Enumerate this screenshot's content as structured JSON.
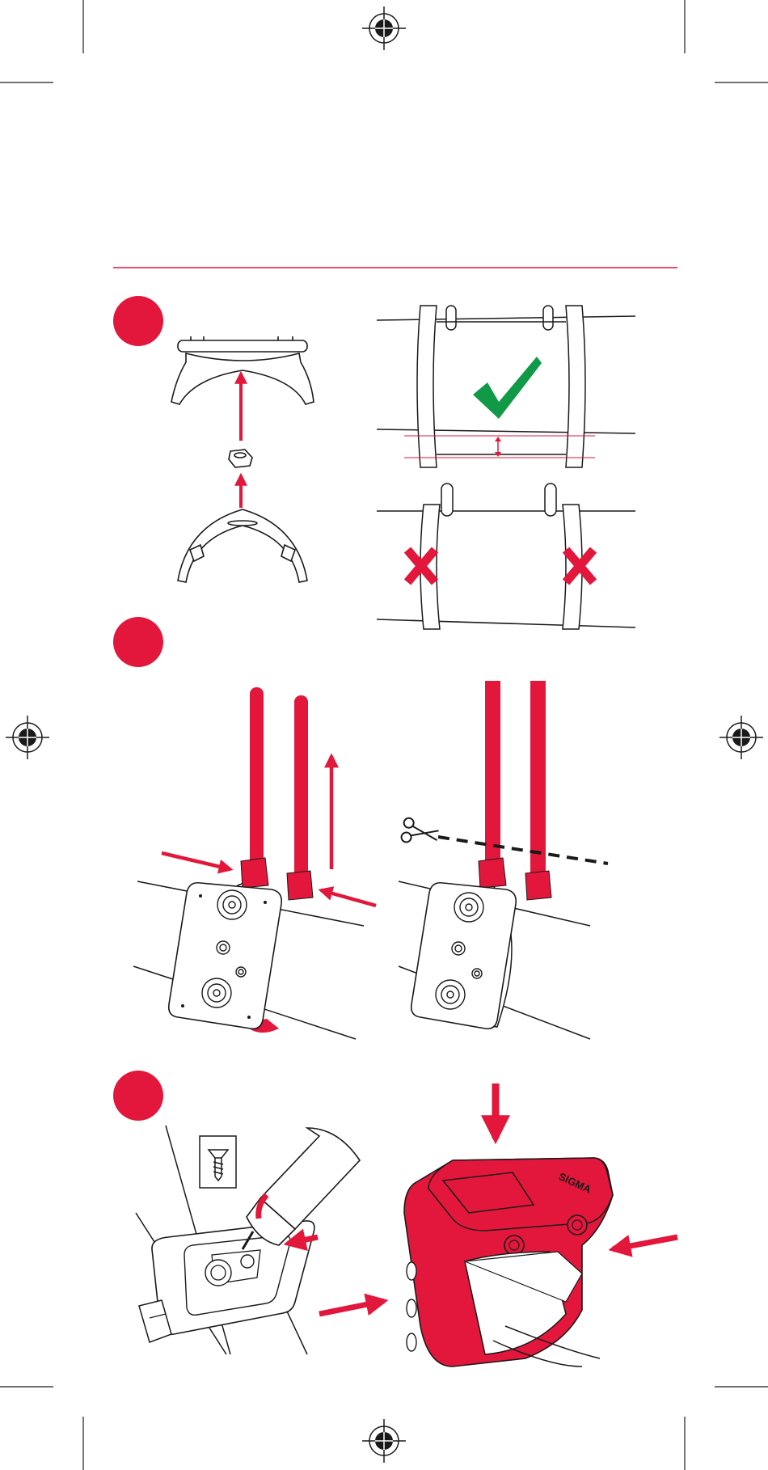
{
  "colors": {
    "accent": "#e3173b",
    "check": "#109a48",
    "line": "#1a1a1a"
  },
  "watch": {
    "brand": "SIGMA"
  },
  "icons": {
    "steps": [
      "step-1-marker",
      "step-2-marker",
      "step-3-marker"
    ],
    "indicators": [
      "checkmark-icon",
      "x-mark-icon",
      "scissors-icon",
      "screw-icon",
      "registration-mark-icon"
    ]
  }
}
